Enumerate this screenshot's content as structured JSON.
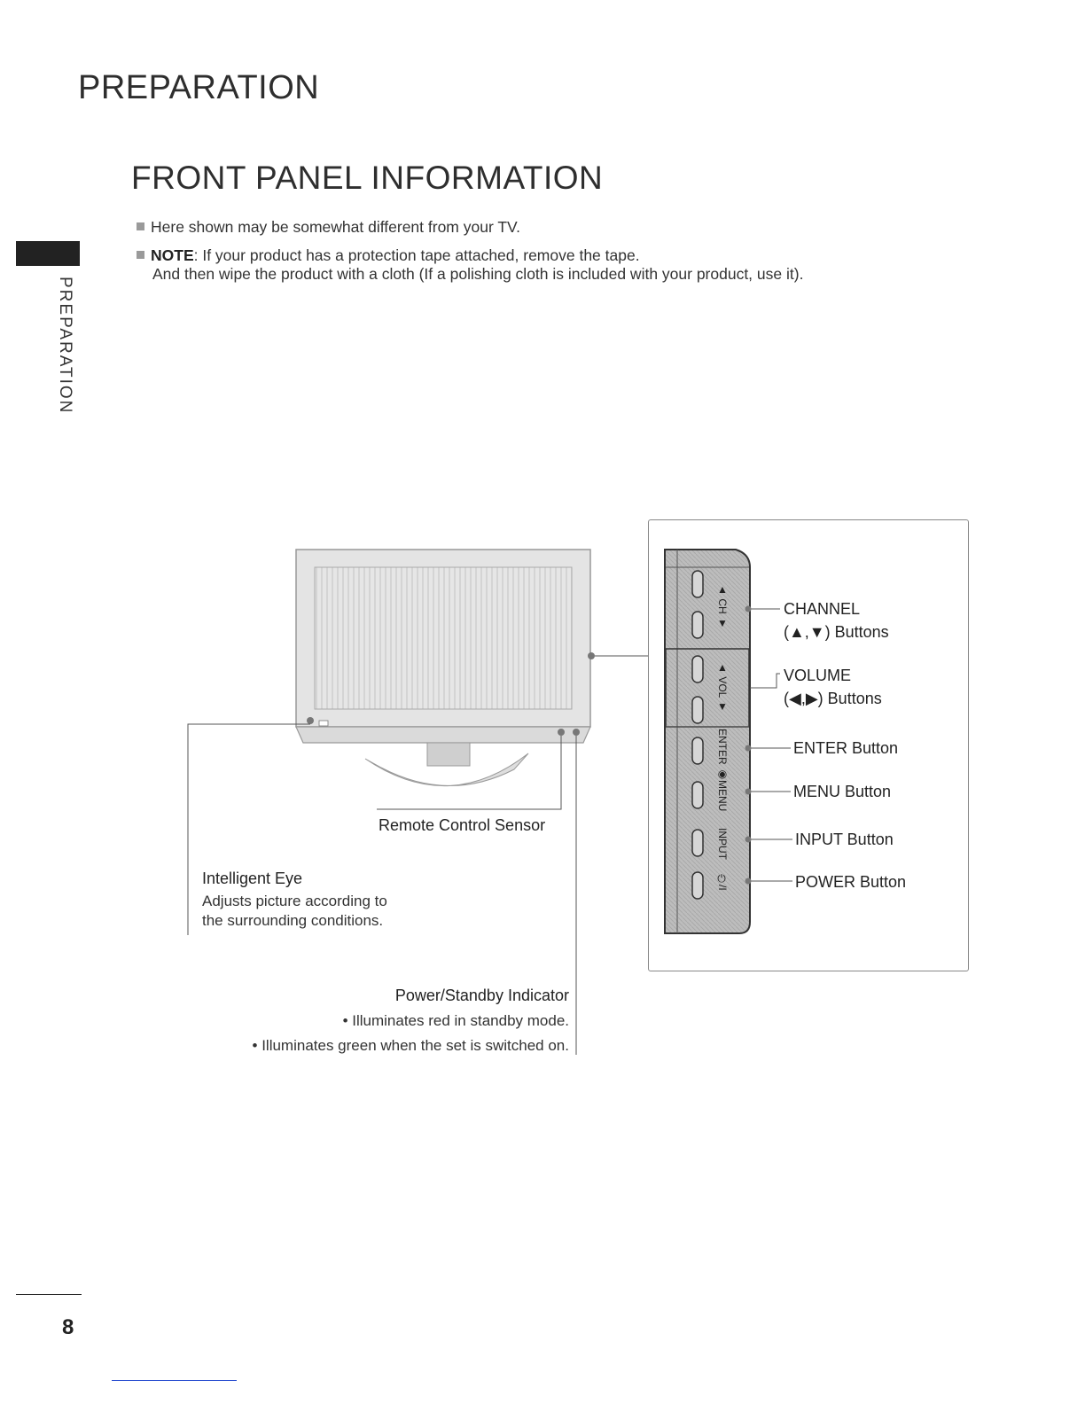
{
  "header": {
    "section_heading": "PREPARATION",
    "page_title": "FRONT PANEL INFORMATION"
  },
  "side_tab": {
    "label": "PREPARATION"
  },
  "notes": {
    "bullet1": "Here shown may be somewhat different from your TV.",
    "note_label": "NOTE",
    "note_text": ": If your product has a protection tape attached, remove the tape.",
    "note_continuation": "And then wipe the product with a cloth (If a polishing cloth is included with your product, use it)."
  },
  "tv_callouts": {
    "remote_sensor": "Remote Control Sensor",
    "intelligent_eye": {
      "title": "Intelligent Eye",
      "line1": "Adjusts picture according to",
      "line2": "the surrounding conditions."
    },
    "power_indicator": {
      "title": "Power/Standby Indicator",
      "line1": "• Illuminates red in standby mode.",
      "line2": "• Illuminates green when the set is switched on."
    }
  },
  "panel": {
    "strip_labels": [
      "▲ CH ▼",
      "▲ VOL ▼",
      "ENTER ◉",
      "MENU",
      "INPUT",
      "⏻/I"
    ],
    "buttons": {
      "channel": "CHANNEL",
      "channel_keys": "(▲,▼) Buttons",
      "volume": "VOLUME",
      "volume_keys": "(◀,▶) Buttons",
      "enter": "ENTER Button",
      "menu": "MENU Button",
      "input": "INPUT Button",
      "power": "POWER Button"
    }
  },
  "footer": {
    "page_number": "8"
  }
}
